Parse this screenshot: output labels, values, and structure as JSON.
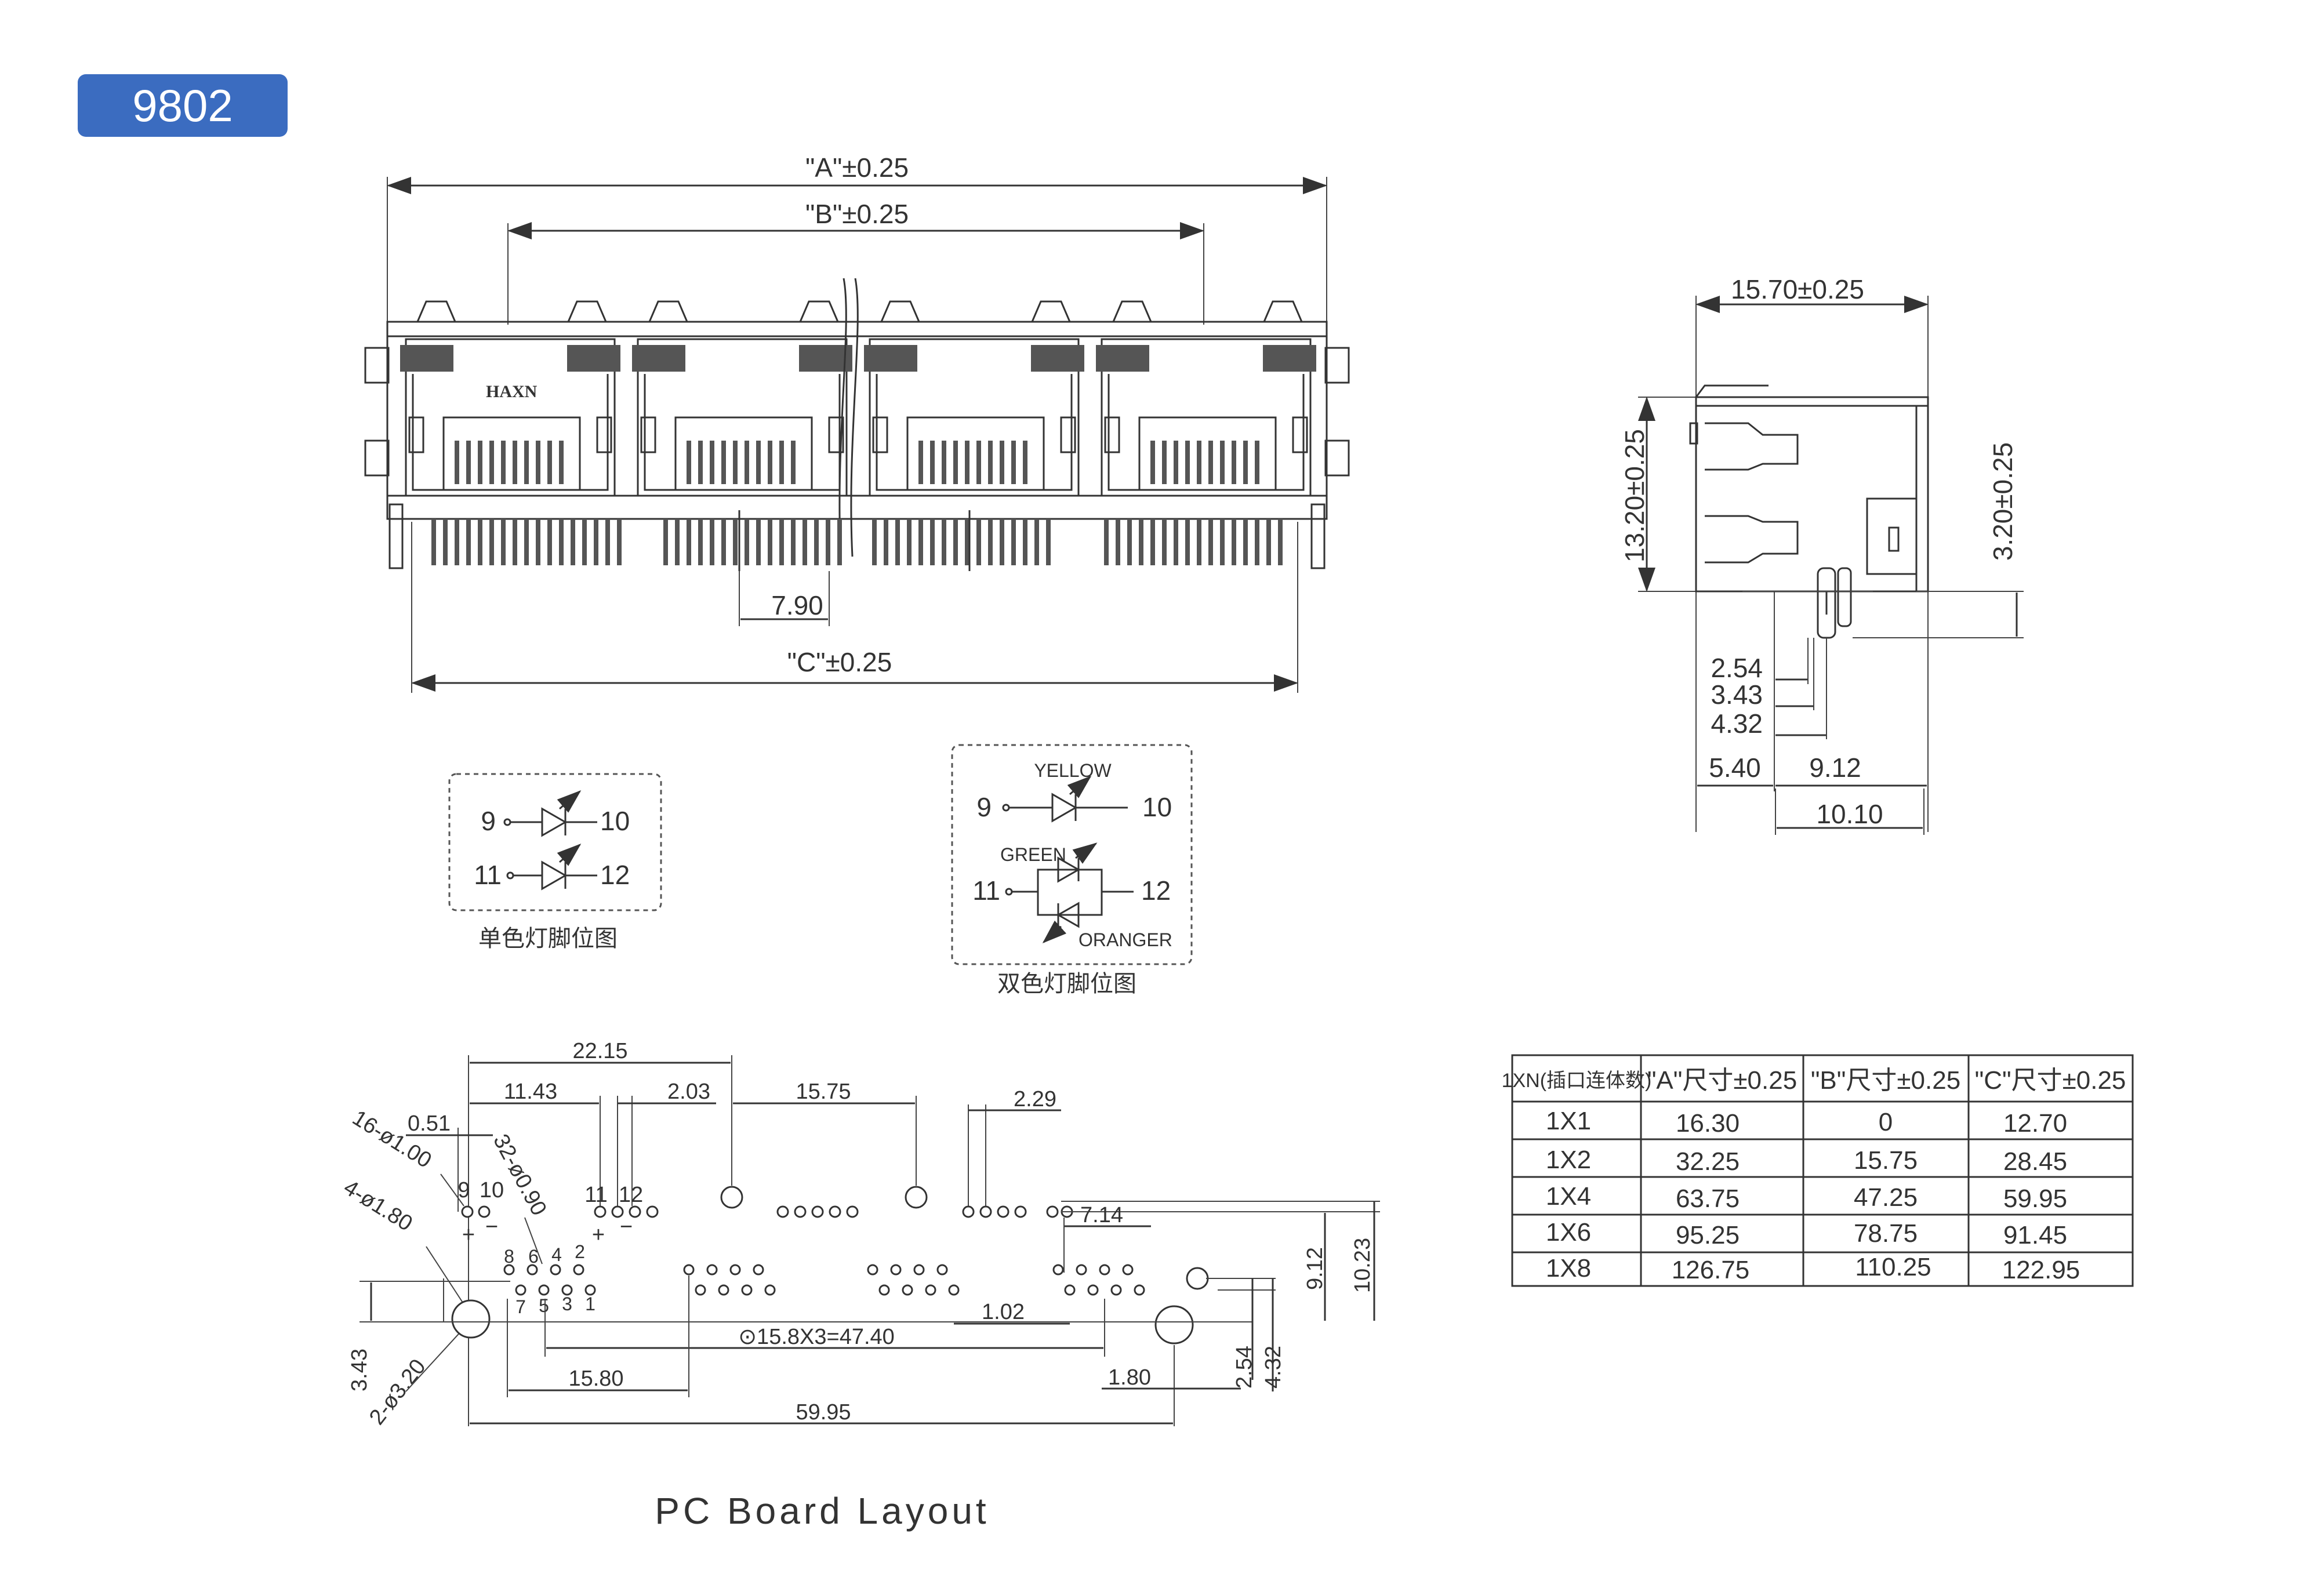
{
  "badge": {
    "label": "9802",
    "color": "#3b6cc0"
  },
  "front_view": {
    "brand_text": "HAXN",
    "dim_a": "\"A\"±0.25",
    "dim_b": "\"B\"±0.25",
    "dim_c": "\"C\"±0.25",
    "dim_790": "7.90"
  },
  "side_view": {
    "dim_width": "15.70±0.25",
    "dim_height": "13.20±0.25",
    "dim_pin": "3.20±0.25",
    "dim_254": "2.54",
    "dim_343": "3.43",
    "dim_432": "4.32",
    "dim_540": "5.40",
    "dim_912": "9.12",
    "dim_1010": "10.10"
  },
  "single_led": {
    "pins": [
      "9",
      "10",
      "11",
      "12"
    ],
    "caption": "单色灯脚位图"
  },
  "dual_led": {
    "yellow": "YELLOW",
    "green": "GREEN",
    "orange": "ORANGER",
    "pins": [
      "9",
      "10",
      "11",
      "12"
    ],
    "caption": "双色灯脚位图"
  },
  "pcb": {
    "title": "PC  Board  Layout",
    "d2215": "22.15",
    "d1143": "11.43",
    "d203": "2.03",
    "d1575": "15.75",
    "d229": "2.29",
    "d051": "0.51",
    "hole_16": "16-ø1.00",
    "hole_32": "32-ø0.90",
    "hole_4": "4-ø1.80",
    "hole_2": "2-ø3.20",
    "d714": "7.14",
    "d102": "1.02",
    "d474": "⊙15.8X3=47.40",
    "d1580": "15.80",
    "d180": "1.80",
    "d5995": "59.95",
    "d343": "3.43",
    "d254": "2.54",
    "d432": "4.32",
    "d912": "9.12",
    "d1023": "10.23",
    "pin_labels_top": [
      "9",
      "10",
      "11",
      "12"
    ],
    "pin_labels_even": [
      "8",
      "6",
      "4",
      "2"
    ],
    "pin_labels_odd": [
      "7",
      "5",
      "3",
      "1"
    ],
    "plus": "+",
    "minus": "−"
  },
  "table": {
    "headers": [
      "1XN(插口连体数)",
      "\"A\"尺寸±0.25",
      "\"B\"尺寸±0.25",
      "\"C\"尺寸±0.25"
    ],
    "rows": [
      [
        "1X1",
        "16.30",
        "0",
        "12.70"
      ],
      [
        "1X2",
        "32.25",
        "15.75",
        "28.45"
      ],
      [
        "1X4",
        "63.75",
        "47.25",
        "59.95"
      ],
      [
        "1X6",
        "95.25",
        "78.75",
        "91.45"
      ],
      [
        "1X8",
        "126.75",
        "110.25",
        "122.95"
      ]
    ]
  }
}
